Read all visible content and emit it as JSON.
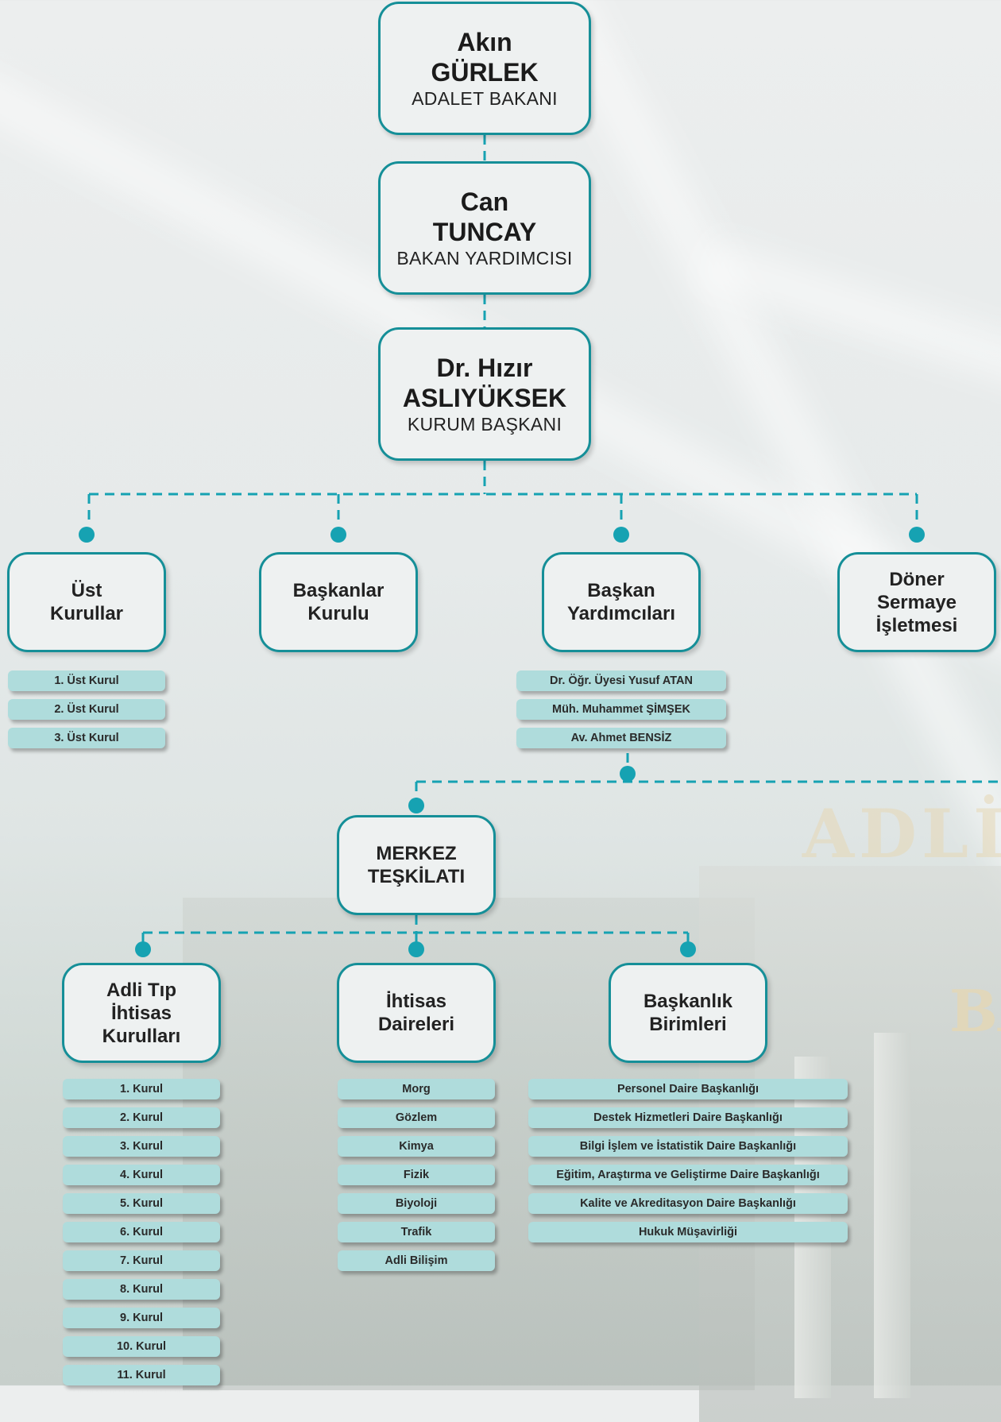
{
  "leaders": [
    {
      "first": "Akın",
      "last": "GÜRLEK",
      "role": "ADALET BAKANI"
    },
    {
      "first": "Can",
      "last": "TUNCAY",
      "role": "BAKAN YARDIMCISI"
    },
    {
      "first": "Dr. Hızır",
      "last": "ASLIYÜKSEK",
      "role": "KURUM BAŞKANI"
    }
  ],
  "top_units": {
    "ust_kurullar": "Üst\nKurullar",
    "baskanlar_kurulu": "Başkanlar\nKurulu",
    "baskan_yardimcilari": "Başkan\nYardımcıları",
    "doner_sermaye": "Döner\nSermaye\nİşletmesi"
  },
  "ust_kurullar_items": [
    "1. Üst Kurul",
    "2. Üst Kurul",
    "3. Üst Kurul"
  ],
  "baskan_yardimcilari_items": [
    "Dr. Öğr. Üyesi Yusuf ATAN",
    "Müh. Muhammet ŞİMŞEK",
    "Av. Ahmet BENSİZ"
  ],
  "merkez": "MERKEZ\nTEŞKİLATI",
  "sub_units": {
    "adli_tip": "Adli Tıp\nİhtisas\nKurulları",
    "ihtisas": "İhtisas\nDaireleri",
    "baskanlik": "Başkanlık\nBirimleri"
  },
  "kurul_items": [
    "1. Kurul",
    "2. Kurul",
    "3. Kurul",
    "4. Kurul",
    "5. Kurul",
    "6. Kurul",
    "7. Kurul",
    "8. Kurul",
    "9. Kurul",
    "10. Kurul",
    "11. Kurul"
  ],
  "ihtisas_items": [
    "Morg",
    "Gözlem",
    "Kimya",
    "Fizik",
    "Biyoloji",
    "Trafik",
    "Adli Bilişim"
  ],
  "baskanlik_items": [
    "Personel Daire Başkanlığı",
    "Destek Hizmetleri Daire Başkanlığı",
    "Bilgi İşlem ve İstatistik Daire Başkanlığı",
    "Eğitim, Araştırma ve Geliştirme Daire Başkanlığı",
    "Kalite ve Akreditasyon Daire Başkanlığı",
    "Hukuk Müşavirliği"
  ],
  "background_text": [
    "ADLİ",
    "BA"
  ],
  "colors": {
    "accent": "#158f98",
    "dot": "#16a2b2",
    "pill": "#afdcdc"
  }
}
